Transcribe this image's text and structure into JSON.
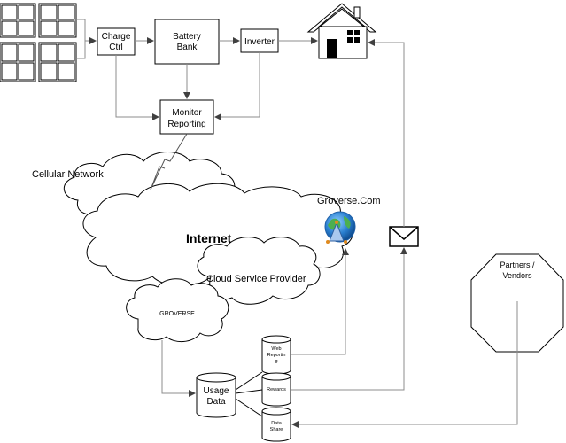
{
  "nodes": {
    "charge_ctrl": [
      "Charge",
      "Ctrl"
    ],
    "battery_bank": [
      "Battery",
      "Bank"
    ],
    "inverter": [
      "Inverter"
    ],
    "monitor_reporting": [
      "Monitor",
      "Reporting"
    ],
    "partners_vendors": [
      "Partners /",
      "Vendors"
    ],
    "usage_data": [
      "Usage",
      "Data"
    ],
    "web_reporting": [
      "Web",
      "Reportin",
      "g"
    ],
    "rewards": [
      "Rewards"
    ],
    "data_share": [
      "Data",
      "Share"
    ]
  },
  "labels": {
    "cellular_network": "Cellular Network",
    "internet": "Internet",
    "groverse_com": "Groverse.Com",
    "cloud_service_provider": "Cloud Service Provider",
    "groverse": "GROVERSE"
  },
  "icons": {
    "solar_panel": "solar-panel-icon",
    "house": "house-icon",
    "envelope": "envelope-icon",
    "globe": "globe-icon",
    "lightning": "lightning-bolt-icon"
  }
}
